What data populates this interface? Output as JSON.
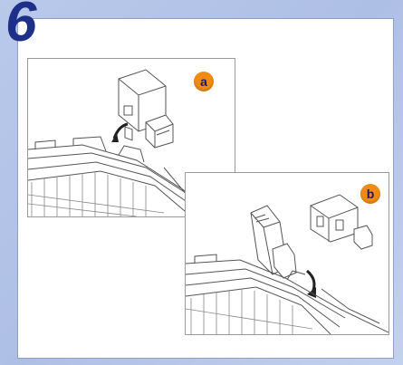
{
  "step": {
    "number": "6"
  },
  "illustrations": [
    {
      "id": "a",
      "label": "a"
    },
    {
      "id": "b",
      "label": "b"
    }
  ],
  "colors": {
    "background": "#b9c9ea",
    "step_number": "#1e2f8a",
    "badge": "#f08a12",
    "badge_text": "#1a1a6b",
    "panel": "#ffffff"
  }
}
